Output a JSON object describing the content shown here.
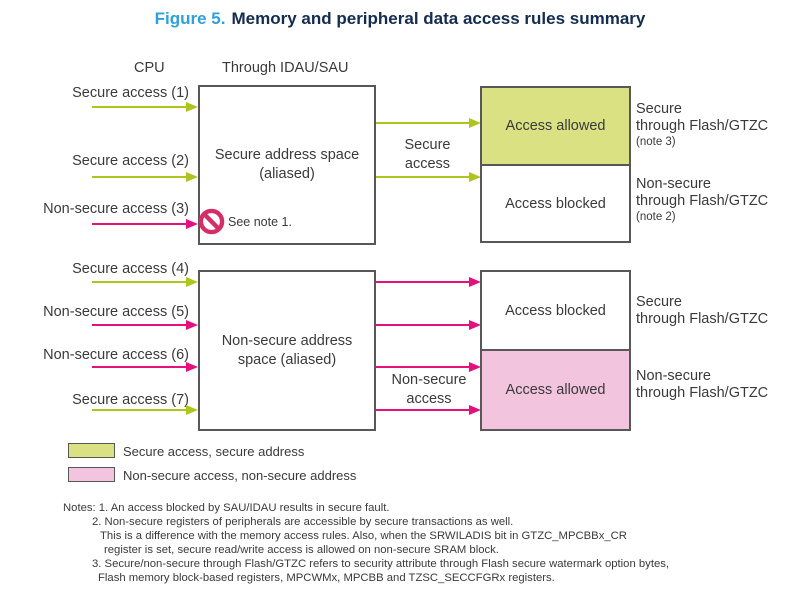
{
  "title": {
    "prefix": "Figure 5.",
    "text": "Memory and peripheral data access rules summary"
  },
  "colors": {
    "secure_arrow": "#AFC41E",
    "secure_fill": "#D9E183",
    "nonsecure_arrow": "#E5107E",
    "nonsecure_fill": "#F2C4DE",
    "figure_number_blue": "#2FA0DB",
    "title_navy": "#132C50",
    "box_border_gray": "#58585B",
    "prohibition_red": "#D42E66",
    "text_gray": "#3A3A3C"
  },
  "column_headers": {
    "cpu": "CPU",
    "idau_sau": "Through IDAU/SAU"
  },
  "cpu_accesses": [
    {
      "label": "Secure access (1)",
      "type": "secure"
    },
    {
      "label": "Secure access (2)",
      "type": "secure"
    },
    {
      "label": "Non-secure access (3)",
      "type": "non-secure"
    },
    {
      "label": "Secure access (4)",
      "type": "secure"
    },
    {
      "label": "Non-secure access (5)",
      "type": "non-secure"
    },
    {
      "label": "Non-secure access (6)",
      "type": "non-secure"
    },
    {
      "label": "Secure access (7)",
      "type": "secure"
    }
  ],
  "address_boxes": {
    "secure": {
      "line1": "Secure address space",
      "line2": "(aliased)",
      "note_ref": "See note 1."
    },
    "nonsecure": {
      "line1": "Non-secure address",
      "line2": "space (aliased)"
    }
  },
  "bus_labels": {
    "secure": {
      "line1": "Secure",
      "line2": "access"
    },
    "nonsecure": {
      "line1": "Non-secure",
      "line2": "access"
    }
  },
  "result_boxes": {
    "secure_space": {
      "top": "Access allowed",
      "bottom": "Access blocked"
    },
    "nonsecure_space": {
      "top": "Access blocked",
      "bottom": "Access allowed"
    }
  },
  "target_labels": {
    "g1": {
      "line1": "Secure",
      "line2": "through Flash/GTZC",
      "note": "(note 3)"
    },
    "g2": {
      "line1": "Non-secure",
      "line2": "through Flash/GTZC",
      "note": "(note 2)"
    },
    "g3": {
      "line1": "Secure",
      "line2": "through Flash/GTZC"
    },
    "g4": {
      "line1": "Non-secure",
      "line2": "through Flash/GTZC"
    }
  },
  "legend": {
    "secure": "Secure access, secure address",
    "nonsecure": "Non-secure access, non-secure address"
  },
  "notes": {
    "line1": "Notes: 1. An access blocked by SAU/IDAU results in secure fault.",
    "line2": "2. Non-secure registers of peripherals are accessible by secure transactions as well.",
    "line3": "This is a difference with the memory access rules. Also, when the SRWILADIS bit in GTZC_MPCBBx_CR",
    "line4": "register is set, secure read/write access is allowed on non-secure SRAM block.",
    "line5": "3. Secure/non-secure through Flash/GTZC refers to security attribute through Flash secure watermark option bytes,",
    "line6": "Flash memory block-based registers, MPCWMx, MPCBB and TZSC_SECCFGRx registers."
  }
}
